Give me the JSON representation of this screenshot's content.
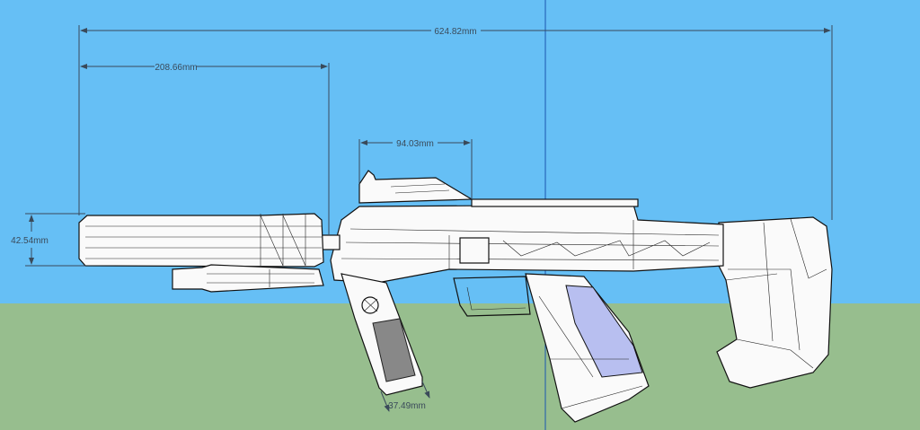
{
  "scene": {
    "sky_color": "#66BFF5",
    "ground_color": "#97BE8E",
    "axis_color": "#1a55b0",
    "model_fill": "#fafafa",
    "model_edge": "#111111",
    "accent_face": "#b8bff0"
  },
  "dimensions": {
    "overall_length": "624.82mm",
    "suppressor_length": "208.66mm",
    "sight_length": "94.03mm",
    "suppressor_diameter": "42.54mm",
    "magazine_width": "37.49mm"
  }
}
